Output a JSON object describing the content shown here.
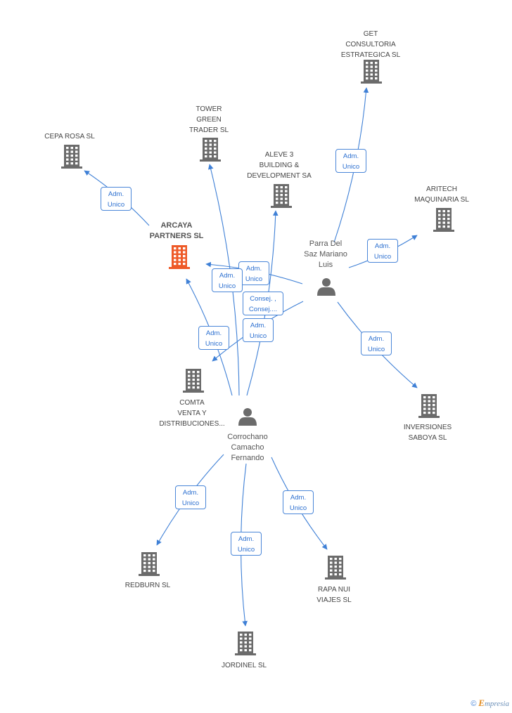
{
  "colors": {
    "edge": "#3f80d6",
    "building": "#6b6b6b",
    "focus": "#ee5a28",
    "person": "#6b6b6b"
  },
  "nodes": [
    {
      "id": "get",
      "type": "company",
      "label": "GET\nCONSULTORIA\nESTRATEGICA SL"
    },
    {
      "id": "tower",
      "type": "company",
      "label": "TOWER\nGREEN\nTRADER SL"
    },
    {
      "id": "cepa",
      "type": "company",
      "label": "CEPA ROSA  SL"
    },
    {
      "id": "aleve",
      "type": "company",
      "label": "ALEVE 3\nBUILDING &\nDEVELOPMENT SA"
    },
    {
      "id": "aritech",
      "type": "company",
      "label": "ARITECH\nMAQUINARIA  SL"
    },
    {
      "id": "arcaya",
      "type": "focus",
      "label": "ARCAYA\nPARTNERS SL"
    },
    {
      "id": "parra",
      "type": "person",
      "label": "Parra Del\nSaz Mariano\nLuis"
    },
    {
      "id": "comta",
      "type": "company",
      "label": "COMTA\nVENTA Y\nDISTRIBUCIONES..."
    },
    {
      "id": "inversiones",
      "type": "company",
      "label": "INVERSIONES\nSABOYA SL"
    },
    {
      "id": "corrochano",
      "type": "person",
      "label": "Corrochano\nCamacho\nFernando"
    },
    {
      "id": "redburn",
      "type": "company",
      "label": "REDBURN SL"
    },
    {
      "id": "rapa",
      "type": "company",
      "label": "RAPA NUI\nVIAJES  SL"
    },
    {
      "id": "jordinel",
      "type": "company",
      "label": "JORDINEL SL"
    }
  ],
  "relations": [
    {
      "from": "parra",
      "to": "get",
      "label": "Adm.\nUnico"
    },
    {
      "from": "arcaya",
      "to": "cepa",
      "label": "Adm.\nUnico"
    },
    {
      "from": "parra",
      "to": "aritech",
      "label": "Adm.\nUnico"
    },
    {
      "from": "parra",
      "to": "arcaya",
      "label": "Adm.\nUnico"
    },
    {
      "from": "corrochano",
      "to": "tower",
      "label": "Adm.\nUnico"
    },
    {
      "from": "parra",
      "to": "comta",
      "label": "Consej. ,\nConsej...."
    },
    {
      "from": "corrochano",
      "to": "aleve",
      "label": "Adm.\nUnico"
    },
    {
      "from": "corrochano",
      "to": "arcaya",
      "label": "Adm.\nUnico"
    },
    {
      "from": "parra",
      "to": "inversiones",
      "label": "Adm.\nUnico"
    },
    {
      "from": "corrochano",
      "to": "redburn",
      "label": "Adm.\nUnico"
    },
    {
      "from": "corrochano",
      "to": "rapa",
      "label": "Adm.\nUnico"
    },
    {
      "from": "corrochano",
      "to": "jordinel",
      "label": "Adm.\nUnico"
    }
  ],
  "credit": {
    "symbol": "©",
    "brand_initial": "E",
    "brand_rest": "mpresia"
  }
}
